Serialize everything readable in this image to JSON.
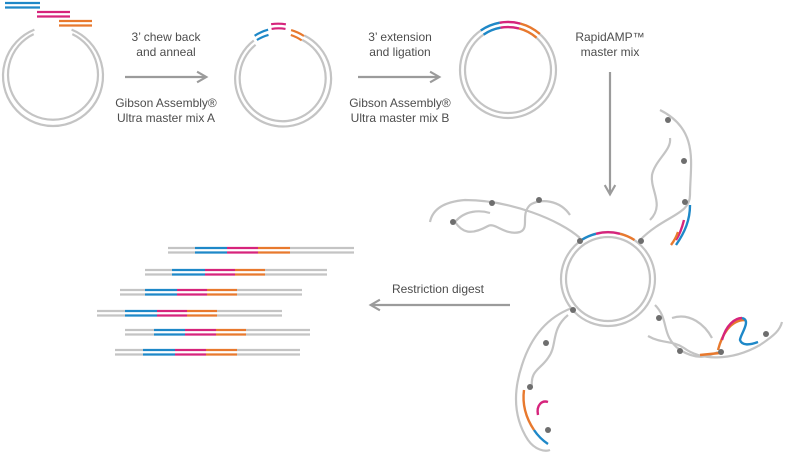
{
  "steps": {
    "step1": {
      "line1": "3’ chew back",
      "line2": "and anneal"
    },
    "reagent1": {
      "line1": "Gibson Assembly®",
      "line2": "Ultra master mix A"
    },
    "step2": {
      "line1": "3’ extension",
      "line2": "and ligation"
    },
    "reagent2": {
      "line1": "Gibson Assembly®",
      "line2": "Ultra master mix B"
    },
    "step3": {
      "line1": "RapidAMP™",
      "line2": "master mix"
    },
    "step4": {
      "label": "Restriction digest"
    }
  },
  "colors": {
    "backbone": "#c4c4c4",
    "fragment_blue": "#1e88c8",
    "fragment_magenta": "#d6247c",
    "fragment_orange": "#e8792e",
    "arrow": "#9b9b9b",
    "primer_dot": "#6e6e6e",
    "text": "#4d4d4d"
  }
}
